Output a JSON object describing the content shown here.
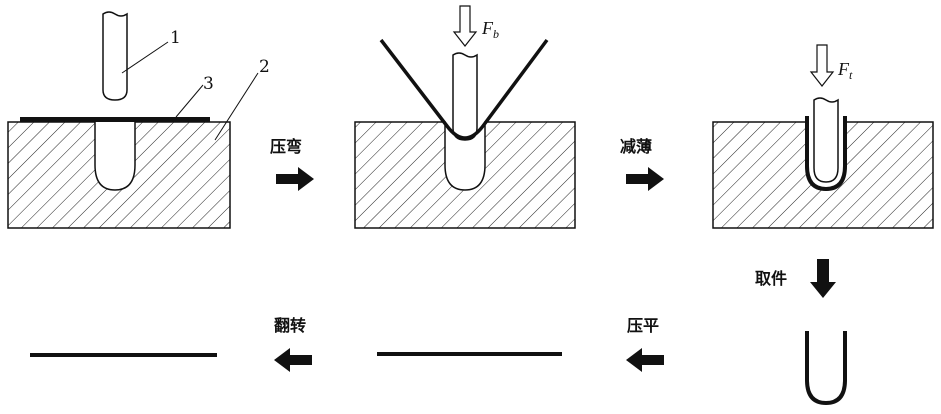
{
  "part_labels": [
    "1",
    "2",
    "3"
  ],
  "forces": {
    "bend": {
      "symbol": "F",
      "subscript": "b"
    },
    "thin": {
      "symbol": "F",
      "subscript": "t"
    }
  },
  "steps": {
    "press_bend": "压弯",
    "thin": "减薄",
    "take_out": "取件",
    "flatten": "压平",
    "flip": "翻转"
  }
}
